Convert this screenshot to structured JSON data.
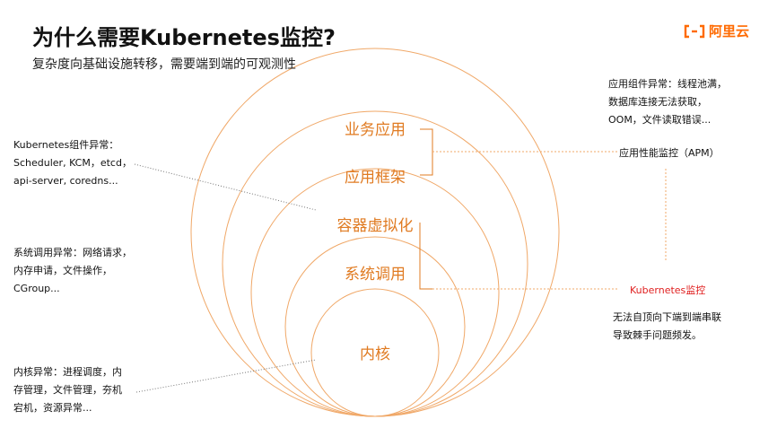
{
  "slide": {
    "title": "为什么需要Kubernetes监控?",
    "subtitle": "复杂度向基础设施转移，需要端到端的可观测性"
  },
  "logo": {
    "text": "阿里云",
    "icon": "aliyun-bracket-icon",
    "color": "#FF6A00"
  },
  "layers": [
    {
      "label": "业务应用"
    },
    {
      "label": "应用框架"
    },
    {
      "label": "容器虚拟化"
    },
    {
      "label": "系统调用"
    },
    {
      "label": "内核"
    }
  ],
  "left_notes": {
    "kubernetes": [
      "Kubernetes组件异常：",
      "Scheduler, KCM，etcd，",
      "api-server, coredns..."
    ],
    "syscall": [
      "系统调用异常：网络请求，",
      "内存申请，文件操作，",
      "CGroup..."
    ],
    "kernel": [
      "内核异常：进程调度，内",
      "存管理，文件管理，夯机",
      "宕机，资源异常..."
    ]
  },
  "right_notes": {
    "app": [
      "应用组件异常：线程池满，",
      "数据库连接无法获取，",
      "OOM，文件读取错误..."
    ],
    "apm_label": "应用性能监控（APM）",
    "k8s_label": "Kubernetes监控",
    "conclusion": [
      "无法自顶向下端到端串联",
      "导致棘手问题频发。"
    ]
  },
  "colors": {
    "accent": "#E07B22",
    "circle": "#F0A868",
    "k8s_red": "#E02020"
  }
}
